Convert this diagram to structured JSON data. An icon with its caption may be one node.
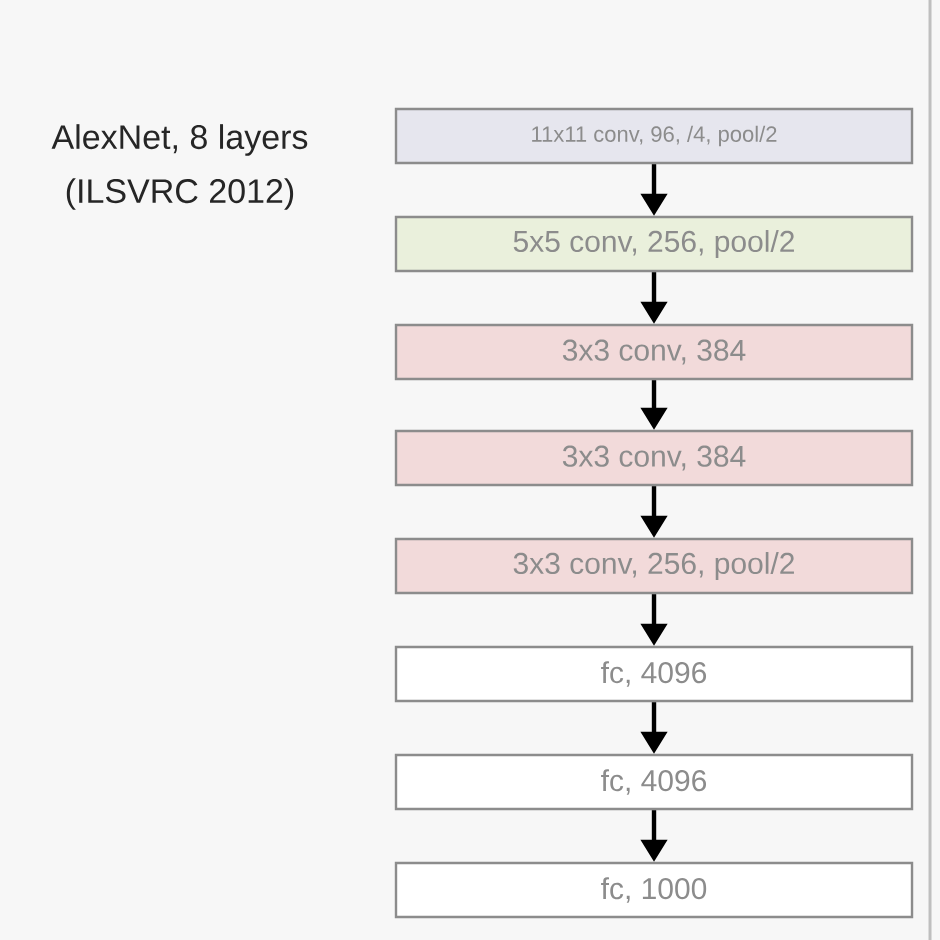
{
  "diagram": {
    "nodes": [
      {
        "text": [
          "11x11 conv, 96, /4, pool/2"
        ]
      },
      {
        "text": [
          "5x5 conv, 256, pool/2"
        ]
      },
      {
        "text": [
          "3x3 conv, 384"
        ]
      },
      {
        "text": [
          "3x3 conv, 384"
        ]
      },
      {
        "text": [
          "3x3 conv, 256, pool/2"
        ]
      },
      {
        "text": [
          "fc, 4096"
        ]
      },
      {
        "text": [
          "fc, 4096"
        ]
      },
      {
        "text": [
          "fc, 1000"
        ]
      }
    ],
    "edges": [
      {
        "from": 0,
        "to": 1,
        "arrow": "to"
      },
      {
        "from": 1,
        "to": 2,
        "arrow": "to"
      },
      {
        "from": 2,
        "to": 3,
        "arrow": "to"
      },
      {
        "from": 3,
        "to": 4,
        "arrow": "to"
      },
      {
        "from": 4,
        "to": 5,
        "arrow": "to"
      },
      {
        "from": 5,
        "to": 6,
        "arrow": "to"
      },
      {
        "from": 6,
        "to": 7,
        "arrow": "to"
      }
    ],
    "labels": [
      "AlexNet, 8 layers",
      "(ILSVRC 2012)"
    ]
  }
}
